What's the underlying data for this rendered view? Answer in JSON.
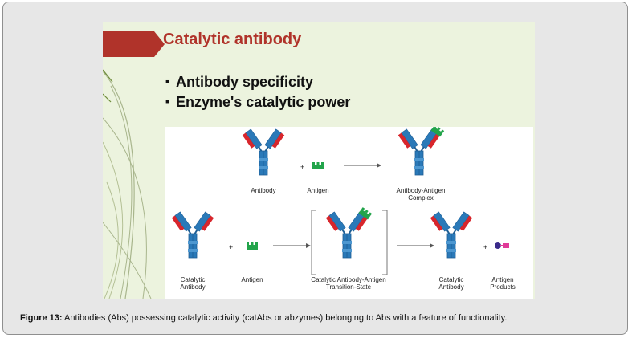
{
  "slide": {
    "title": "Catalytic antibody",
    "bullets": [
      "Antibody specificity",
      "Enzyme's catalytic power"
    ]
  },
  "diagram": {
    "top_row": {
      "antibody": "Antibody",
      "plus": "+",
      "antigen": "Antigen",
      "complex_line1": "Antibody-Antigen",
      "complex_line2": "Complex"
    },
    "bottom_row": {
      "catalytic_antibody_line1": "Catalytic",
      "catalytic_antibody_line2": "Antibody",
      "plus": "+",
      "antigen": "Antigen",
      "transition_line1": "Catalytic Antibody-Antigen",
      "transition_line2": "Transition-State",
      "result_antibody_line1": "Catalytic",
      "result_antibody_line2": "Antibody",
      "plus2": "+",
      "products_line1": "Antigen",
      "products_line2": "Products"
    },
    "colors": {
      "heavy_chain": "#2a79b8",
      "light_chain": "#d8262c",
      "antigen": "#22a44a",
      "product_a": "#3a2a8a",
      "product_b": "#e03a98"
    }
  },
  "caption": {
    "label": "Figure 13:",
    "text": " Antibodies (Abs) possessing catalytic activity (catAbs or abzymes) belonging to Abs with a feature of functionality."
  }
}
